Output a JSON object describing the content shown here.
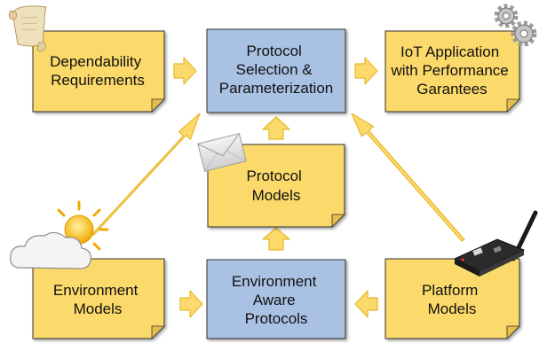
{
  "diagram": {
    "boxes": {
      "dependability": {
        "line1": "Dependability",
        "line2": "Requirements"
      },
      "protocol_selection": {
        "line1": "Protocol",
        "line2": "Selection &",
        "line3": "Parameterization"
      },
      "iot_application": {
        "line1": "IoT Application",
        "line2": "with Performance",
        "line3": "Garantees"
      },
      "protocol_models": {
        "line1": "Protocol",
        "line2": "Models"
      },
      "environment_models": {
        "line1": "Environment",
        "line2": "Models"
      },
      "environment_aware": {
        "line1": "Environment",
        "line2": "Aware",
        "line3": "Protocols"
      },
      "platform_models": {
        "line1": "Platform",
        "line2": "Models"
      }
    },
    "colors": {
      "note_fill": "#FBD96A",
      "process_fill": "#A9C1E3",
      "arrow_fill": "#FBD96A",
      "arrow_stroke": "#E8B830"
    },
    "icons": [
      "scroll-icon",
      "gears-icon",
      "envelope-icon",
      "sun-cloud-icon",
      "wireless-board-icon"
    ]
  }
}
